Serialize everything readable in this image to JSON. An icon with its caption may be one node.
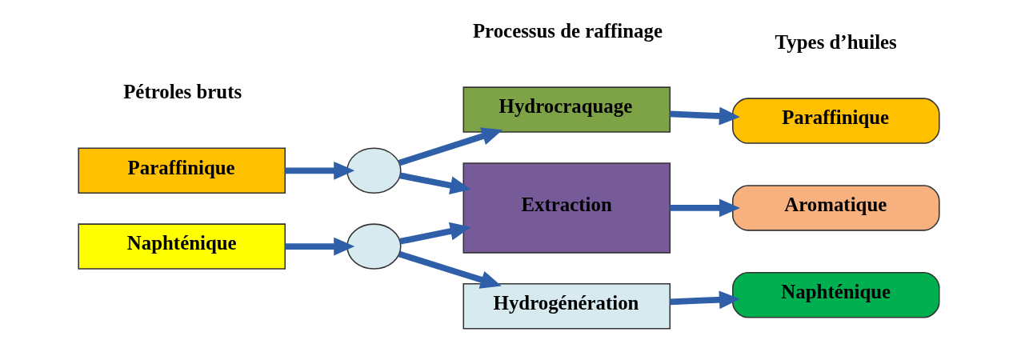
{
  "diagram": {
    "nodes": [
      {
        "text": [
          "Paraffinique"
        ]
      },
      {
        "text": [
          "Naphténique"
        ]
      },
      {
        "text": [],
        "shape": "circle"
      },
      {
        "text": [],
        "shape": "circle"
      },
      {
        "text": [
          "Hydrocraquage"
        ]
      },
      {
        "text": [
          "Extraction"
        ]
      },
      {
        "text": [
          "Hydrogénération"
        ]
      },
      {
        "text": [
          "Paraffinique"
        ]
      },
      {
        "text": [
          "Aromatique"
        ]
      },
      {
        "text": [
          "Naphténique"
        ]
      }
    ],
    "edges": [
      {
        "from": 0,
        "to": 2,
        "arrow": "to"
      },
      {
        "from": 1,
        "to": 3,
        "arrow": "to"
      },
      {
        "from": 2,
        "to": 4,
        "arrow": "to"
      },
      {
        "from": 2,
        "to": 5,
        "arrow": "to"
      },
      {
        "from": 3,
        "to": 5,
        "arrow": "to"
      },
      {
        "from": 3,
        "to": 6,
        "arrow": "to"
      },
      {
        "from": 4,
        "to": 7,
        "arrow": "to"
      },
      {
        "from": 5,
        "to": 8,
        "arrow": "to"
      },
      {
        "from": 6,
        "to": 9,
        "arrow": "to"
      }
    ],
    "labels": [
      "Pétroles bruts",
      "Processus de raffinage",
      "Types d’huiles"
    ]
  }
}
